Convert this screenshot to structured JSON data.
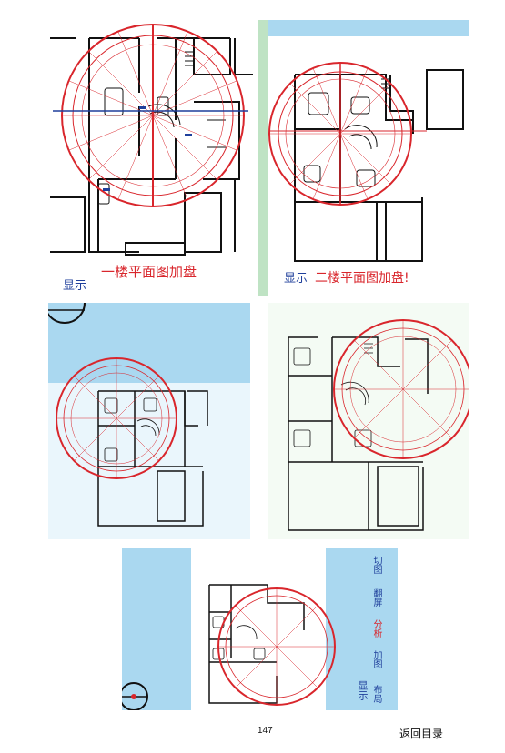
{
  "panels": {
    "p1": {
      "show_label": "显示",
      "title": "一楼平面图加盘"
    },
    "p2": {
      "show_label": "显示",
      "title": "二楼平面图加盘!"
    },
    "p5": {
      "labels": [
        "布局",
        "加图",
        "分析",
        "翻屏",
        "切图",
        "显示"
      ]
    }
  },
  "footer": {
    "page_number": "147",
    "back_link": "返回目录"
  },
  "colors": {
    "sky": "#aad8f0",
    "plan_line": "#111111",
    "compass": "#d9262c",
    "side_strip": "#bfe3c4"
  }
}
